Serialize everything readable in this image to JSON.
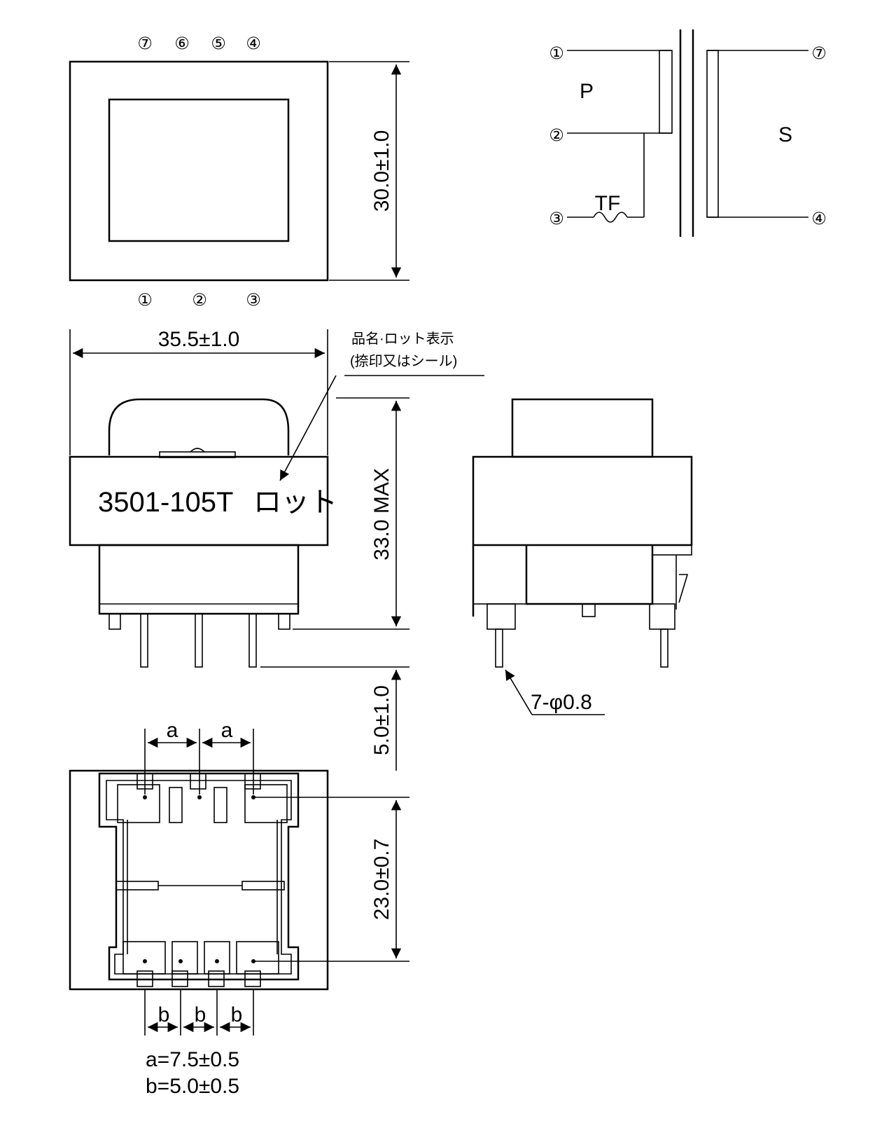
{
  "top_view": {
    "pins_top": [
      "⑦",
      "⑥",
      "⑤",
      "④"
    ],
    "pins_bottom": [
      "①",
      "②",
      "③"
    ],
    "height_dim": "30.0±1.0"
  },
  "schematic": {
    "pins_left": [
      "①",
      "②",
      "③"
    ],
    "pins_right": [
      "⑦",
      "④"
    ],
    "primary_label": "P",
    "secondary_label": "S",
    "fuse_label": "TF"
  },
  "front_view": {
    "width_dim": "35.5±1.0",
    "note_line1": "品名·ロット表示",
    "note_line2": "(捺印又はシール)",
    "marking_part": "3501-105T",
    "marking_lot": "ロット",
    "height_dim": "33.0 MAX",
    "pin_length_dim": "5.0±1.0"
  },
  "side_view": {
    "pin_note": "7-φ0.8"
  },
  "bottom_view": {
    "pitch_a_label": "a",
    "pitch_b_label": "b",
    "depth_dim": "23.0±0.7",
    "legend_a": "a=7.5±0.5",
    "legend_b": "b=5.0±0.5"
  }
}
